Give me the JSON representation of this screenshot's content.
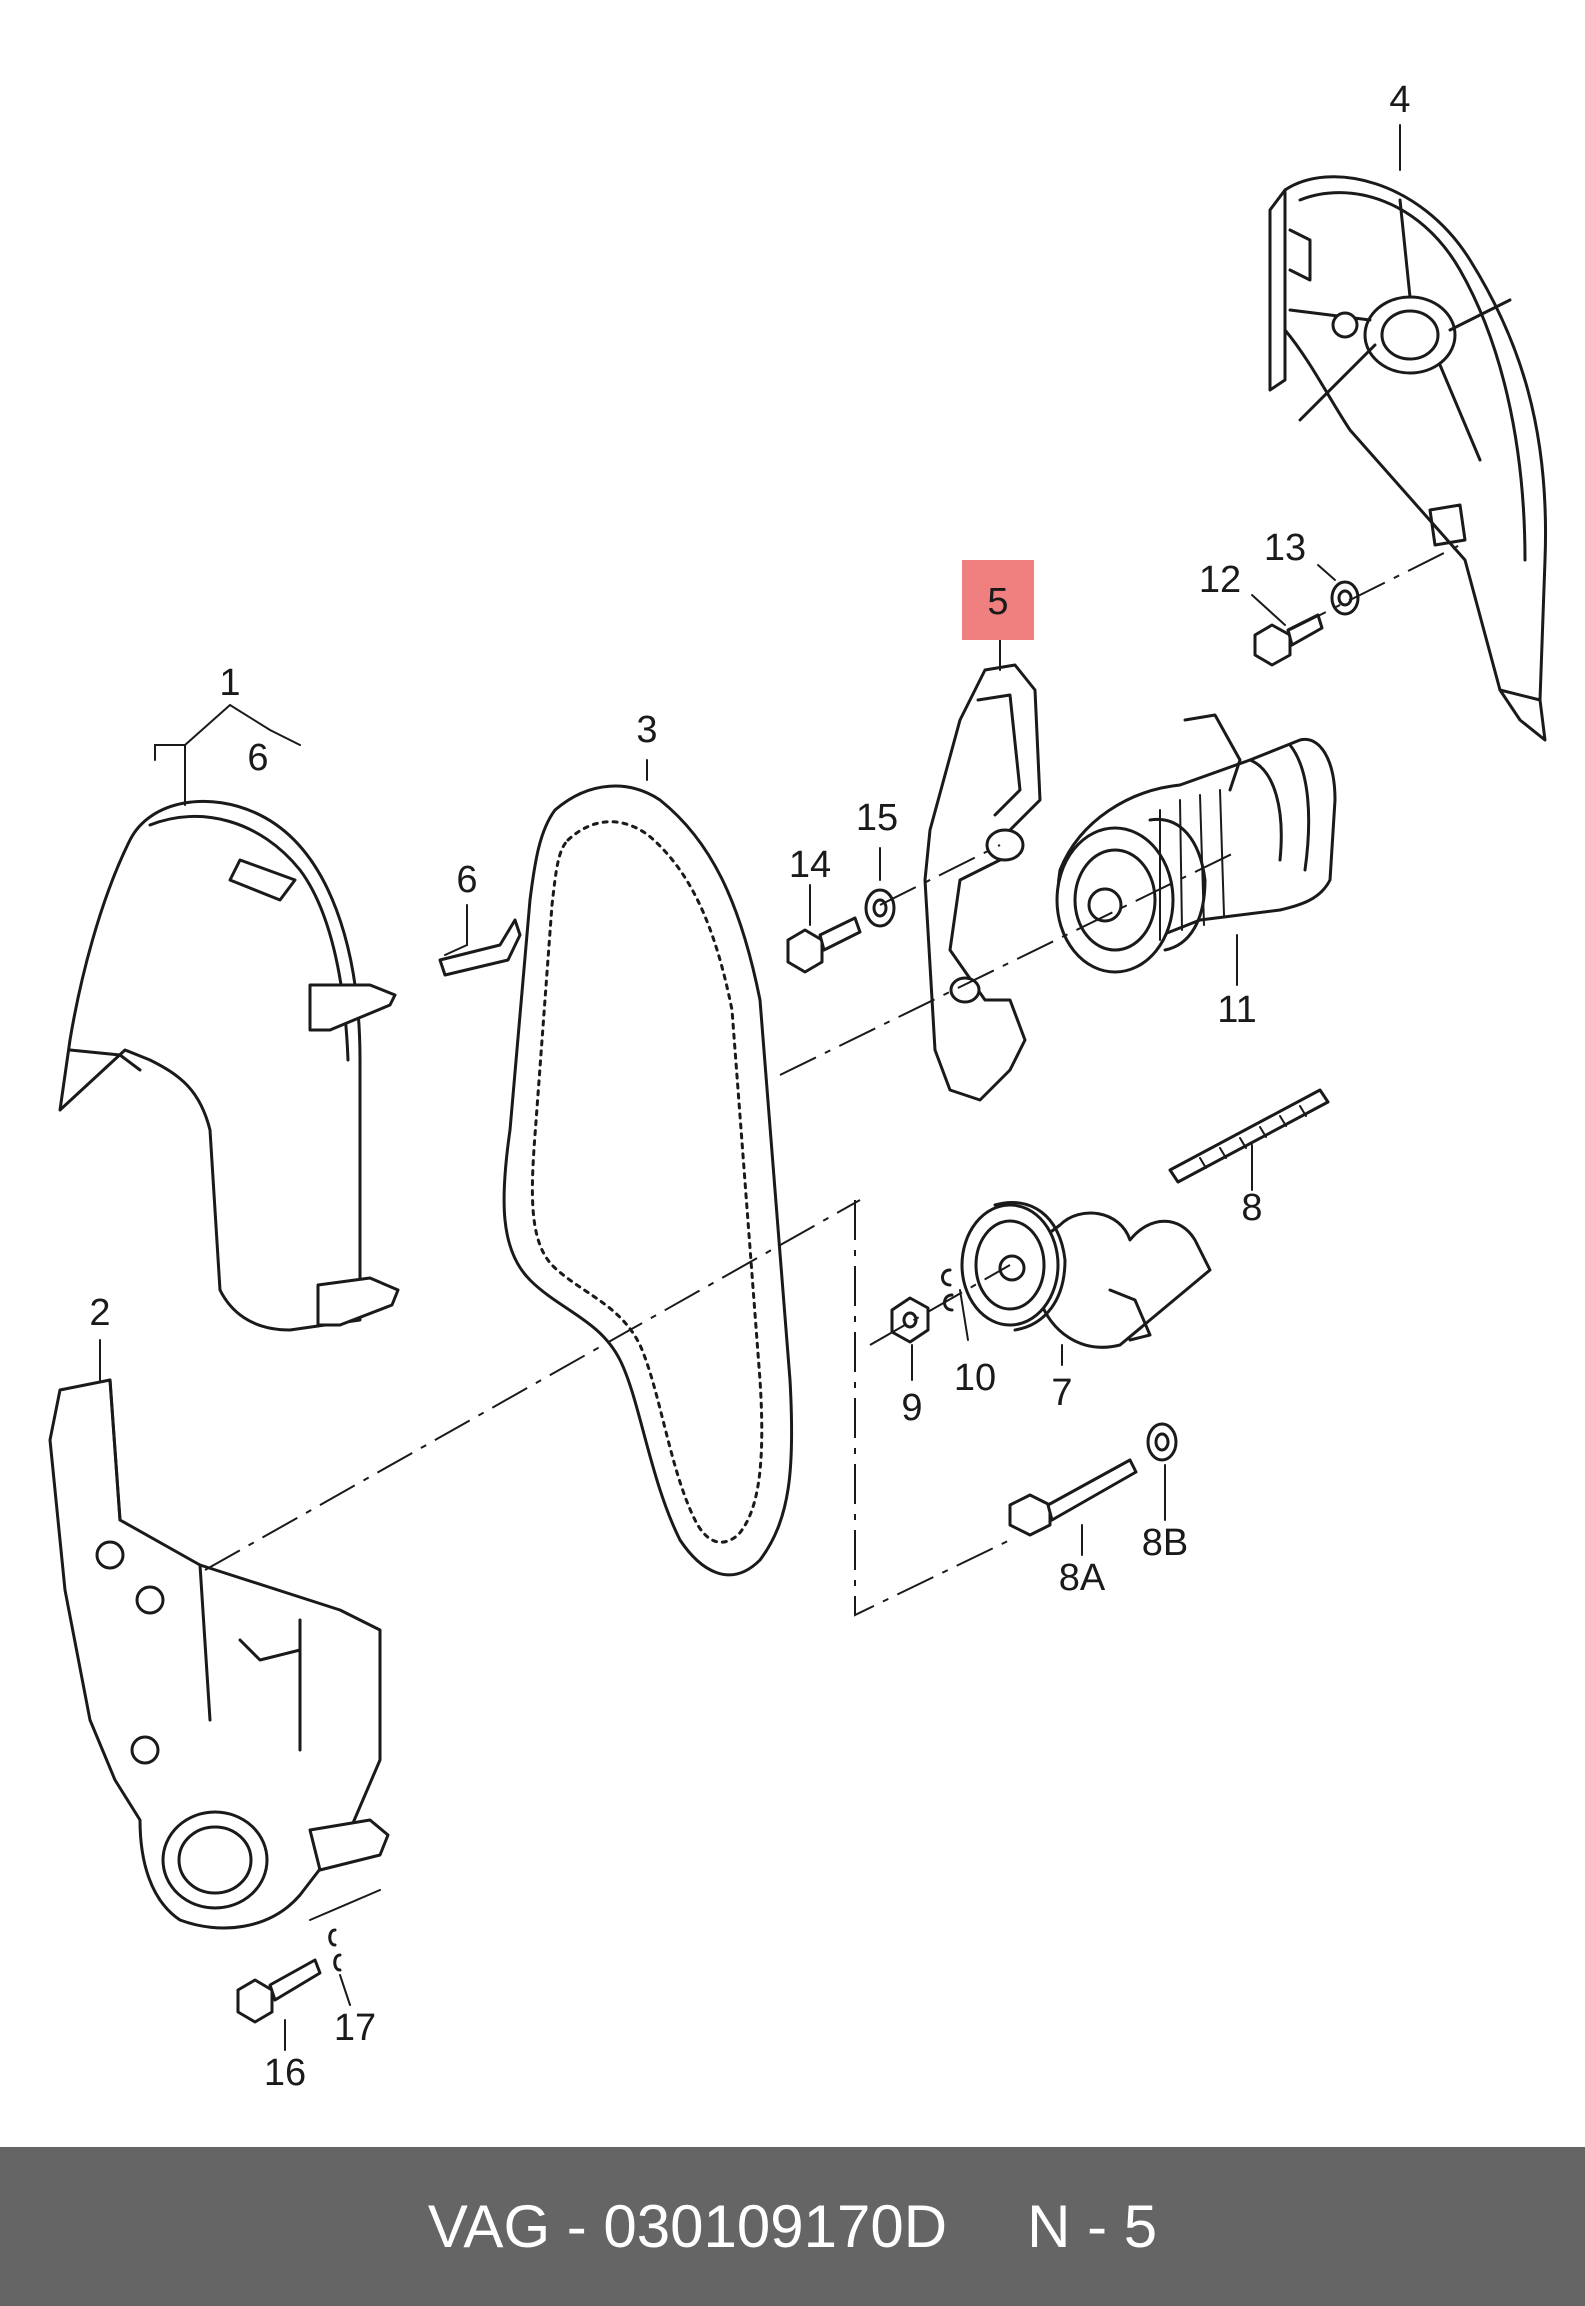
{
  "callouts": {
    "c1": "1",
    "c2": "2",
    "c3": "3",
    "c4": "4",
    "c5": "5",
    "c6a": "6",
    "c6b": "6",
    "c7": "7",
    "c8": "8",
    "c8a": "8A",
    "c8b": "8B",
    "c9": "9",
    "c10": "10",
    "c11": "11",
    "c12": "12",
    "c13": "13",
    "c14": "14",
    "c15": "15",
    "c16": "16",
    "c17": "17"
  },
  "highlight_color": "#f08080",
  "footer": {
    "part_number": "VAG - 030109170D",
    "position": "N - 5"
  }
}
